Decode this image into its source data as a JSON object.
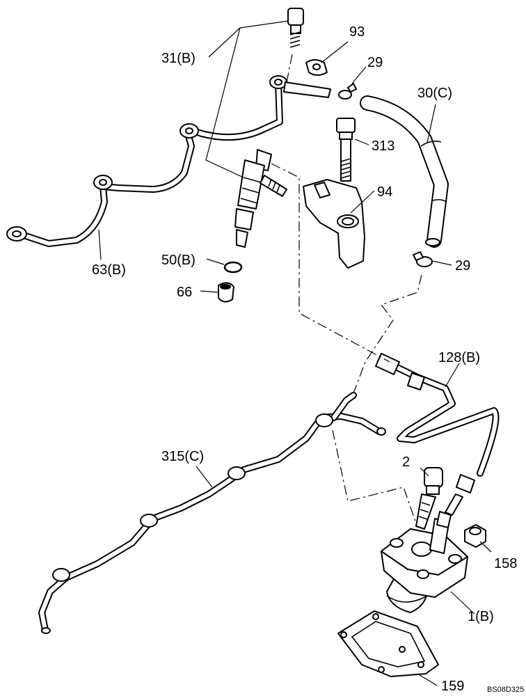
{
  "labels": {
    "p31b": "31(B)",
    "p93": "93",
    "p29_top": "29",
    "p30c": "30(C)",
    "p313": "313",
    "p94": "94",
    "p63b": "63(B)",
    "p50b": "50(B)",
    "p29_mid": "29",
    "p66": "66",
    "p128b": "128(B)",
    "p315c": "315(C)",
    "p2": "2",
    "p158": "158",
    "p1b": "1(B)",
    "p159": "159"
  },
  "drawing_code": "BS08D325"
}
